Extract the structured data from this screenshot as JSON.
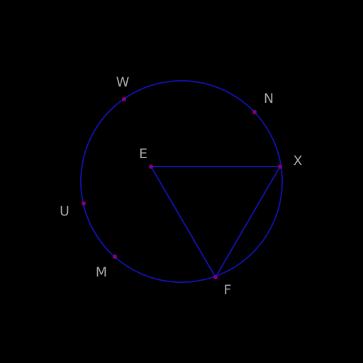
{
  "colors": {
    "background": "#000000",
    "stroke": "#1010a0",
    "point": "#800080",
    "label": "#a0a0a0"
  },
  "points": {
    "W": "W",
    "N": "N",
    "E": "E",
    "X": "X",
    "U": "U",
    "M": "M",
    "F": "F"
  }
}
